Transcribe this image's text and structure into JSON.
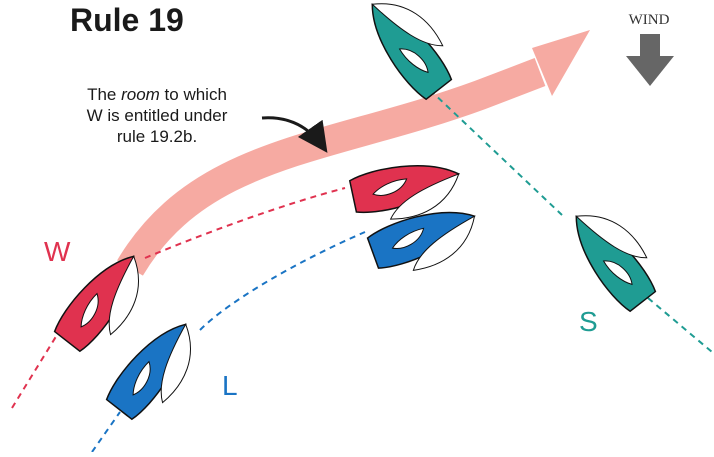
{
  "title": "Rule 19",
  "wind": {
    "label": "WIND",
    "arrow_icon": "down-arrow-icon"
  },
  "annotation": {
    "prefix": "The ",
    "emphasis": "room",
    "suffix_line1": " to which",
    "line2": "W is entitled under",
    "line3": "rule 19.2b."
  },
  "boats": {
    "windward": {
      "letter": "W",
      "color": "#e0324f"
    },
    "leeward": {
      "letter": "L",
      "color": "#1a74c4"
    },
    "starboard": {
      "letter": "S",
      "color": "#1f9c93"
    }
  },
  "colors": {
    "room_arrow": "#f6aaa2",
    "wind_arrow": "#666666",
    "pointer": "#1a1a1a"
  }
}
